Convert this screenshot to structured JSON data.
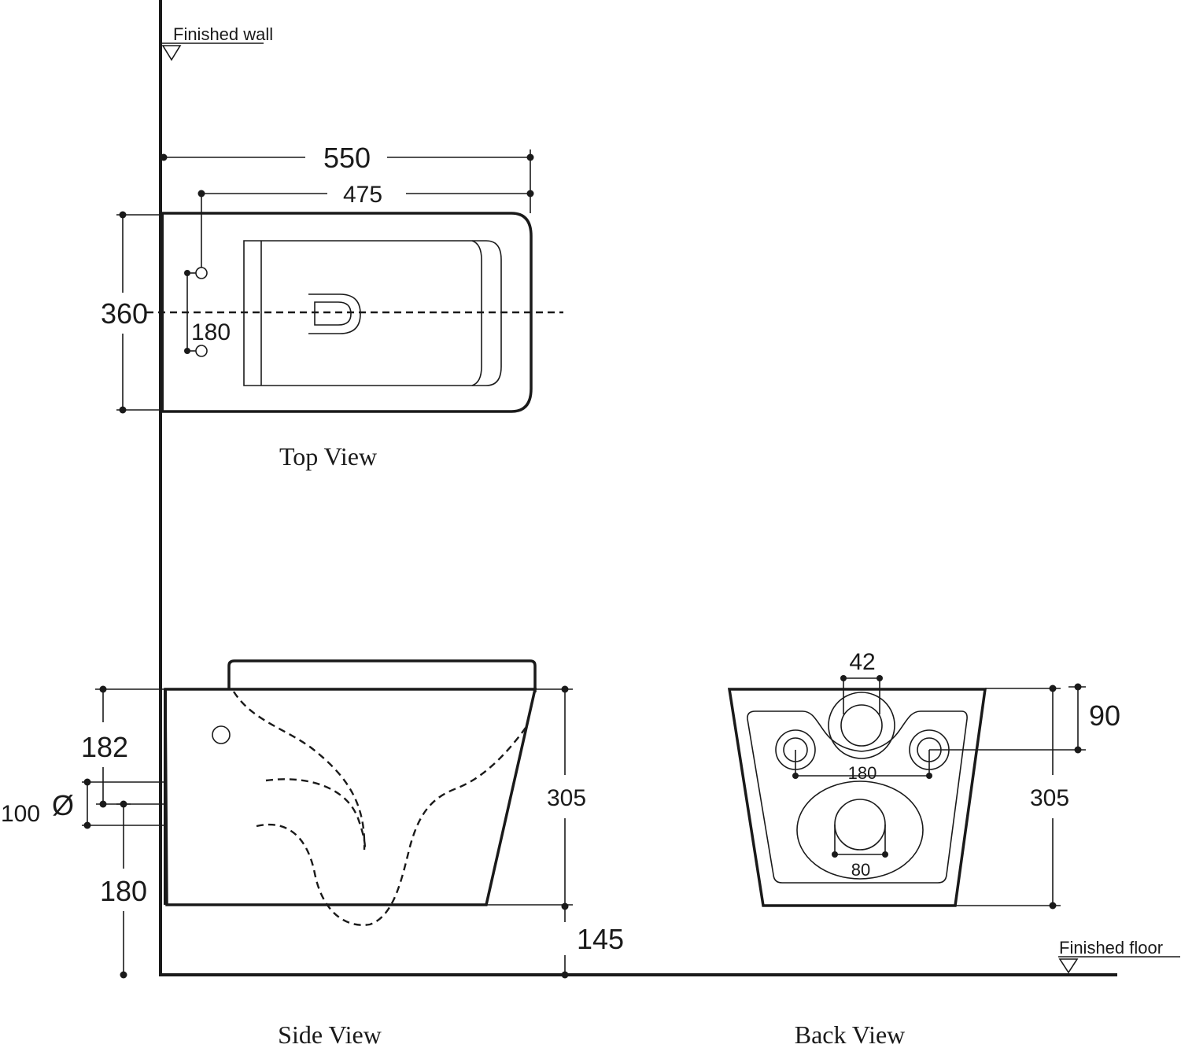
{
  "references": {
    "finished_wall": "Finished wall",
    "finished_floor": "Finished floor"
  },
  "views": {
    "top": {
      "title": "Top View",
      "dims": {
        "length": "550",
        "fixing_distance": "475",
        "width": "360",
        "bolt_spacing": "180"
      }
    },
    "side": {
      "title": "Side View",
      "dims": {
        "inlet_height": "182",
        "outlet_diameter": "100",
        "diameter_symbol": "Ø",
        "outlet_height": "180",
        "height": "305",
        "floor_clearance": "145"
      }
    },
    "back": {
      "title": "Back View",
      "dims": {
        "inlet_diameter": "42",
        "inlet_offset": "90",
        "bolt_spacing": "180",
        "height": "305",
        "outlet_spacing": "80"
      }
    }
  }
}
